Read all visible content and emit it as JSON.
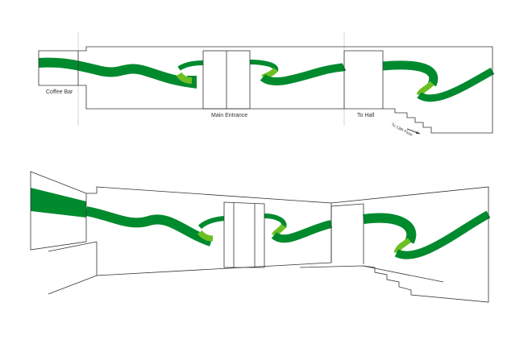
{
  "labels": {
    "coffee_bar": "Coffee Bar",
    "main_entrance": "Main Entrance",
    "to_hall": "To Hall",
    "to_floor": "To 13th Floor"
  },
  "colors": {
    "ribbon": "#008a2e",
    "ribbon_light": "#6cc024",
    "wall": "#333333"
  }
}
